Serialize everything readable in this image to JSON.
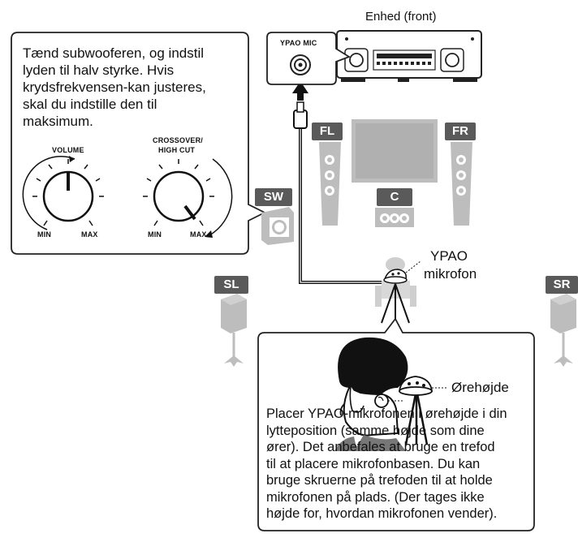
{
  "unit_label": "Enhed (front)",
  "mic_jack_label": "YPAO MIC",
  "subwoofer_instruction": "Tænd subwooferen, og indstil\nlyden til halv styrke. Hvis\nkrydsfrekvensen-kan justeres,\nskal du indstille den til\nmaksimum.",
  "knobs": {
    "volume": {
      "title": "VOLUME",
      "min": "MIN",
      "max": "MAX",
      "level": 0.5
    },
    "crossover": {
      "title_line1": "CROSSOVER/",
      "title_line2": "HIGH CUT",
      "min": "MIN",
      "max": "MAX",
      "level": 1.0
    }
  },
  "speakers": {
    "fl": "FL",
    "fr": "FR",
    "c": "C",
    "sw": "SW",
    "sl": "SL",
    "sr": "SR"
  },
  "mic_label_line1": "YPAO",
  "mic_label_line2": "mikrofon",
  "ear_height_label": "Ørehøjde",
  "placement_instruction": "Placer YPAO-mikrofonen i ørehøjde i din\nlytteposition (samme højde som dine\nører). Det anbefales at bruge en trefod\ntil at placere mikrofonbasen. Du kan\nbruge skruerne på trefoden til at holde\nmikrofonen på plads. (Der tages ikke\nhøjde for, hvordan mikrofonen vender).",
  "colors": {
    "speaker_gray": "#b8b8b8",
    "tag_gray": "#5a5a5a",
    "line": "#111111"
  }
}
